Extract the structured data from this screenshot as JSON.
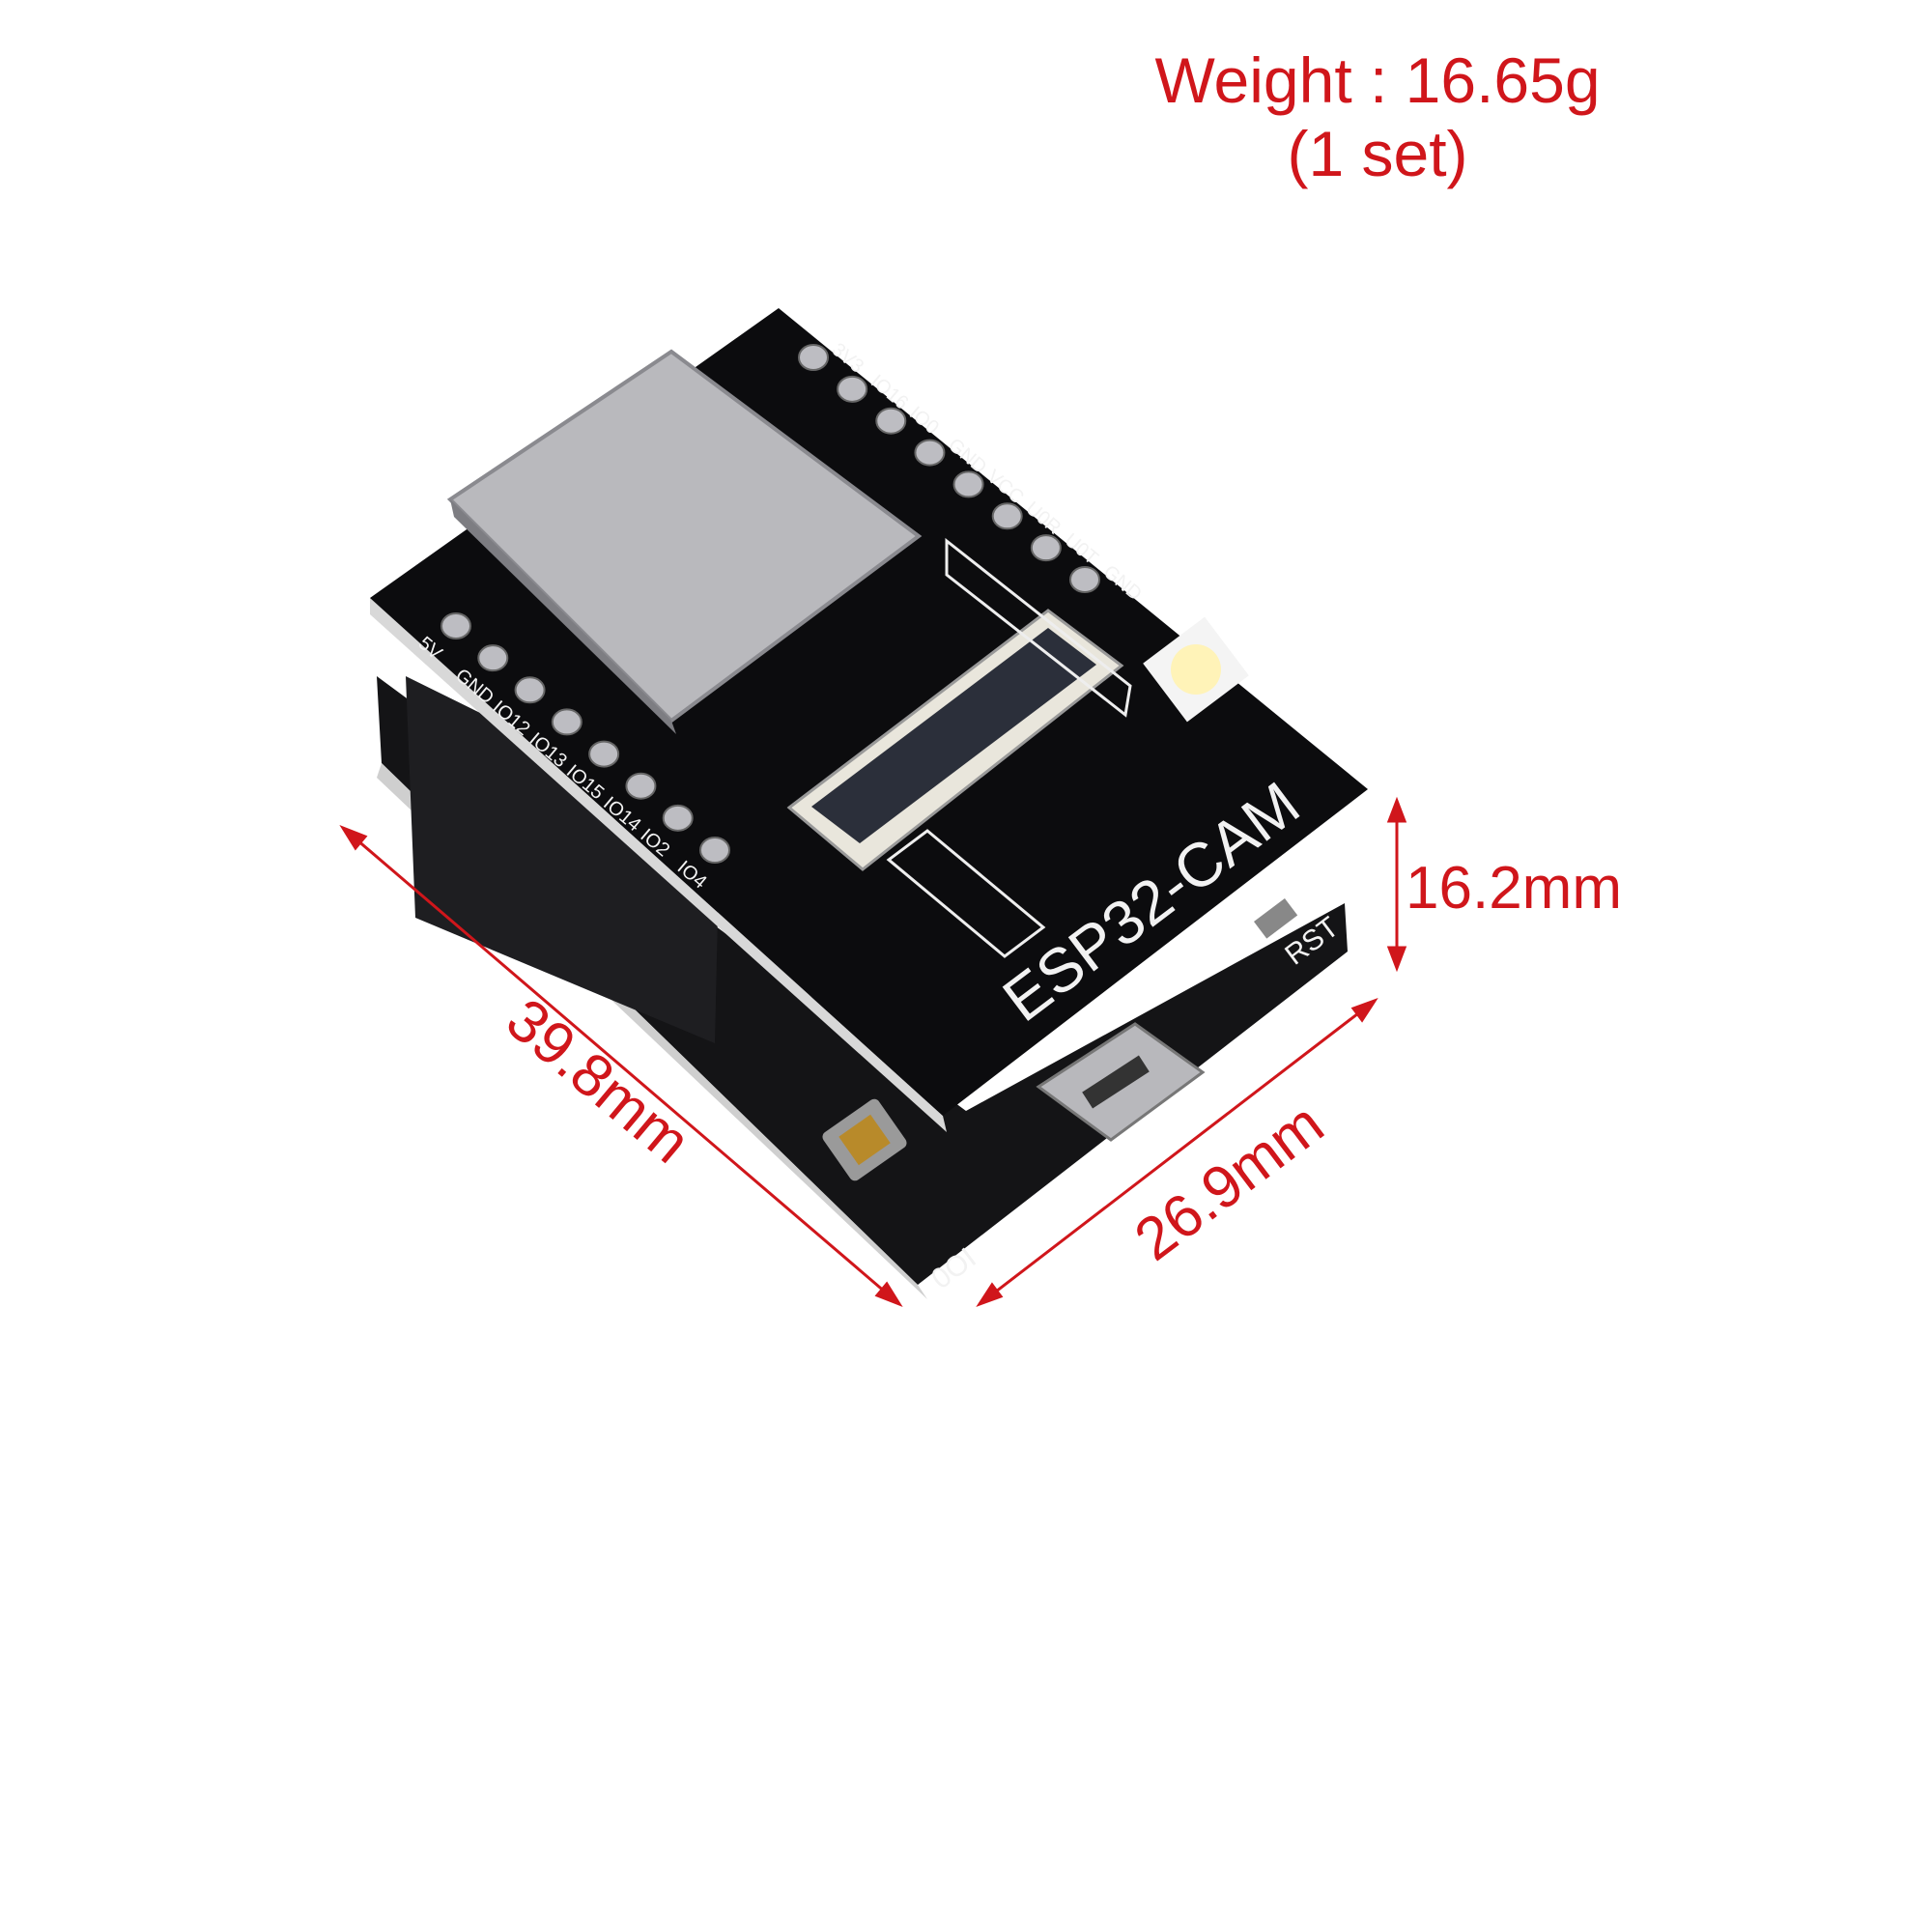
{
  "annotations": {
    "weight": "Weight : 16.65g",
    "weight_note": "(1 set)",
    "height": "16.2mm",
    "length": "39.8mm",
    "width": "26.9mm"
  },
  "board": {
    "name": "ESP32-CAM",
    "reset_label": "RST",
    "boot_label": "IO0",
    "left_pins": [
      "5V",
      "GND",
      "IO12",
      "IO13",
      "IO15",
      "IO14",
      "IO2",
      "IO4"
    ],
    "top_pins": [
      "3V3",
      "IO16",
      "IO0",
      "GND",
      "VCC",
      "U0R",
      "U0T",
      "GND"
    ]
  },
  "colors": {
    "annotation": "#d0161b",
    "pcb": "#0c0c0e",
    "led": "#fff3b8"
  }
}
